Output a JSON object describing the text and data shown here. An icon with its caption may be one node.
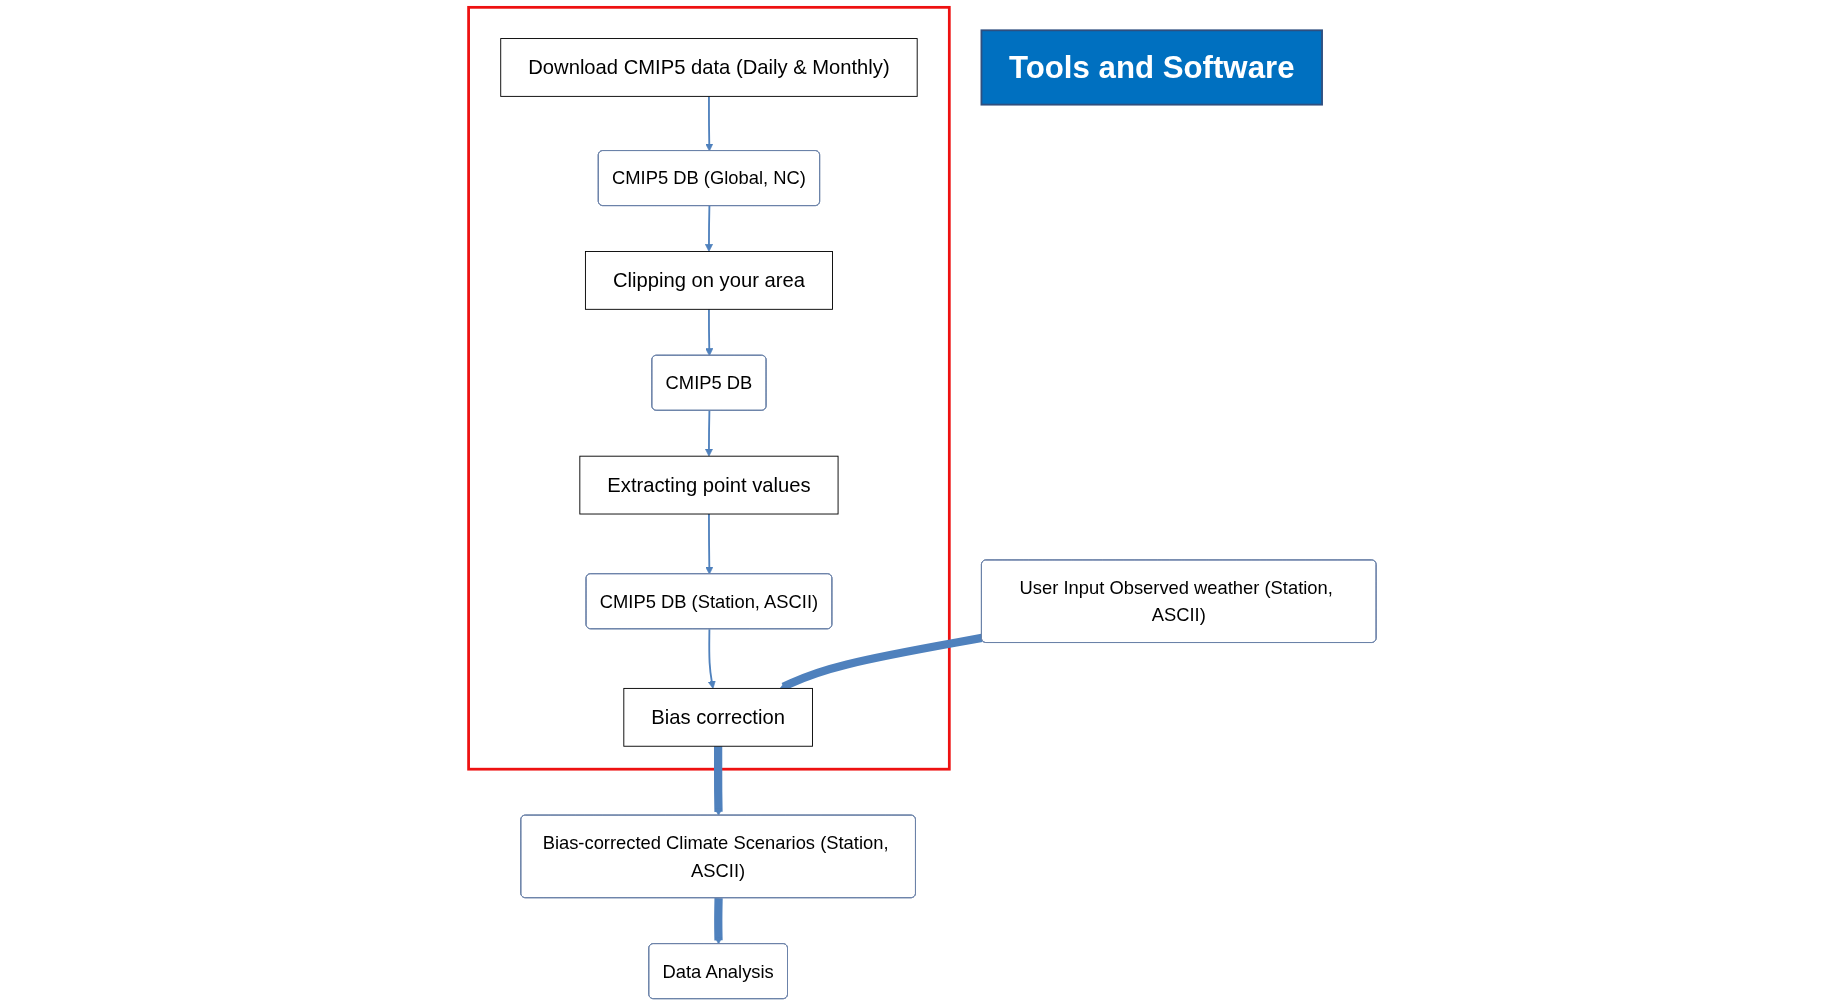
{
  "diagram": {
    "nodes": [
      {
        "text": [],
        "shape": "box"
      },
      {
        "text": [
          "Download CMIP5 data (Daily & Monthly)"
        ],
        "in": 0
      },
      {
        "text": [
          "CMIP5 DB (Global, NC)"
        ],
        "in": 0
      },
      {
        "text": [
          "Clipping on your area"
        ],
        "in": 0
      },
      {
        "text": [
          "CMIP5 DB"
        ],
        "in": 0
      },
      {
        "text": [
          "Extracting point values"
        ],
        "in": 0
      },
      {
        "text": [
          "CMIP5 DB (Station, ASCII)"
        ],
        "in": 0
      },
      {
        "text": [
          "Bias correction"
        ],
        "in": 0
      },
      {
        "text": [
          "User Input Observed weather (Station, ASCII)"
        ]
      },
      {
        "text": [
          "Bias-corrected Climate Scenarios (Station, ASCII)"
        ]
      },
      {
        "text": [
          "Data Analysis"
        ]
      },
      {
        "text": [
          "Tools and Software"
        ]
      }
    ],
    "edges": [
      {
        "from": 1,
        "to": 2,
        "arrow": "to"
      },
      {
        "from": 2,
        "to": 3,
        "arrow": "to"
      },
      {
        "from": 3,
        "to": 4,
        "arrow": "to"
      },
      {
        "from": 4,
        "to": 5,
        "arrow": "to"
      },
      {
        "from": 5,
        "to": 6,
        "arrow": "to"
      },
      {
        "from": 6,
        "to": 7,
        "arrow": "to"
      },
      {
        "from": 8,
        "to": 7,
        "arrow": "to",
        "style": "thick"
      },
      {
        "from": 7,
        "to": 9,
        "arrow": "to",
        "style": "thick"
      },
      {
        "from": 9,
        "to": 10,
        "arrow": "to",
        "style": "thick"
      }
    ]
  }
}
